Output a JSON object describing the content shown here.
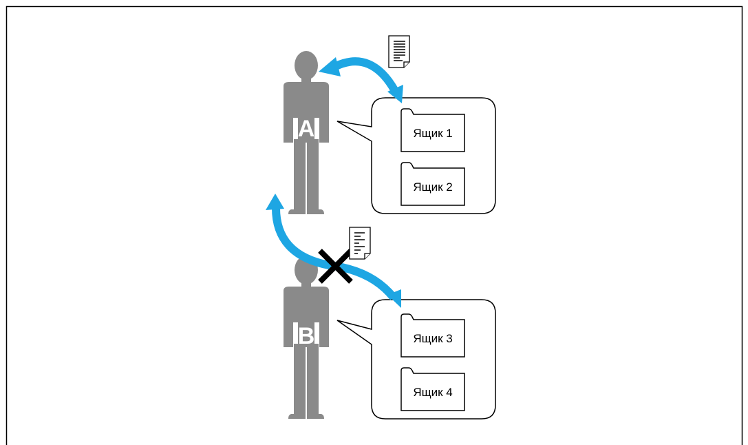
{
  "colors": {
    "arrow": "#1ea6e3",
    "person": "#8a8a8a",
    "outline": "#000000",
    "background": "#ffffff"
  },
  "users": [
    {
      "letter": "A",
      "boxes": [
        "Ящик 1",
        "Ящик 2"
      ]
    },
    {
      "letter": "B",
      "boxes": [
        "Ящик 3",
        "Ящик 4"
      ]
    }
  ],
  "icons": {
    "document": "document-icon",
    "deny": "cross-icon",
    "person": "person-icon",
    "folder": "folder-icon"
  }
}
